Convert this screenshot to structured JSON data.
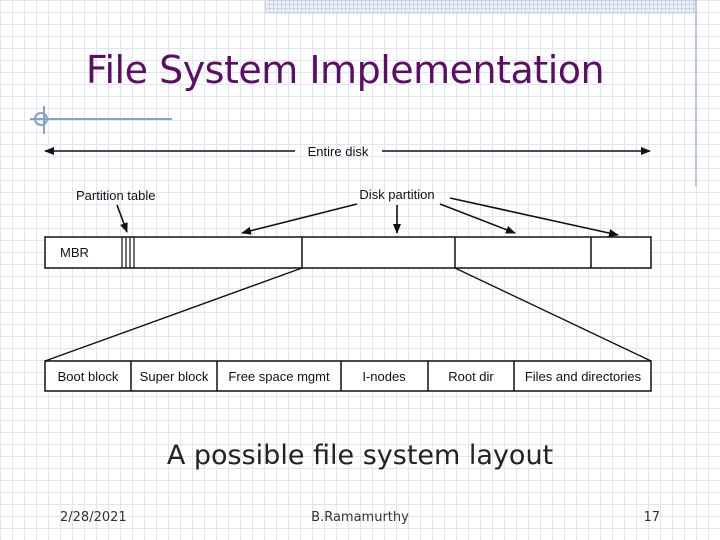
{
  "slide": {
    "title": "File System Implementation",
    "caption": "A possible file system layout"
  },
  "diagram": {
    "entire_disk_label": "Entire disk",
    "partition_table_label": "Partition table",
    "disk_partition_label": "Disk partition",
    "mbr_label": "MBR",
    "layout_blocks": [
      "Boot block",
      "Super block",
      "Free space mgmt",
      "I-nodes",
      "Root dir",
      "Files and directories"
    ]
  },
  "footer": {
    "date": "2/28/2021",
    "author": "B.Ramamurthy",
    "page": "17"
  }
}
